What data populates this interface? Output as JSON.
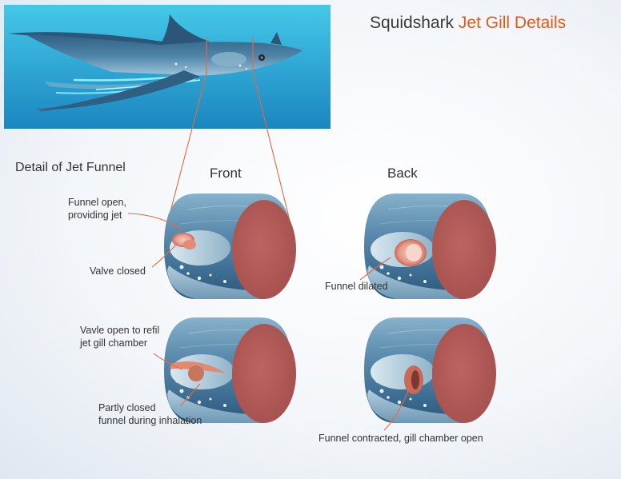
{
  "title": {
    "main": "Squidshark",
    "accent": "Jet Gill Details"
  },
  "section_title": "Detail of Jet Funnel",
  "columns": {
    "front": "Front",
    "back": "Back"
  },
  "labels": {
    "funnel_open_line1": "Funnel open,",
    "funnel_open_line2": "providing jet",
    "valve_closed": "Valve closed",
    "funnel_dilated": "Funnel dilated",
    "valve_open_line1": "Vavle open to refil",
    "valve_open_line2": "jet gill chamber",
    "partly_closed_line1": "Partly closed",
    "partly_closed_line2": "funnel during inhalation",
    "funnel_contracted": "Funnel contracted, gill chamber open"
  },
  "colors": {
    "accent": "#e05a1a",
    "leader": "#e8683a",
    "ocean_top": "#3fc4e6",
    "ocean_bottom": "#1a86c0",
    "cut_face": "#b55e5c",
    "body_blue": "#5f8fb0"
  },
  "icons": [
    "squidshark-illustration",
    "gill-section-model"
  ]
}
